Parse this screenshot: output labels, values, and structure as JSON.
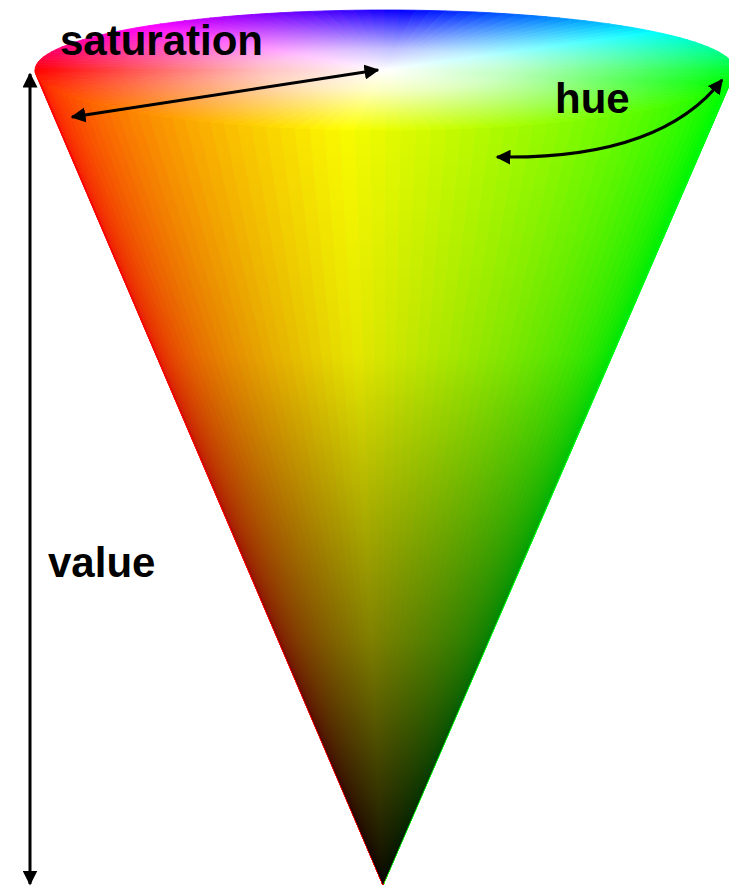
{
  "diagram": {
    "labels": [
      "saturation",
      "hue",
      "value"
    ]
  }
}
